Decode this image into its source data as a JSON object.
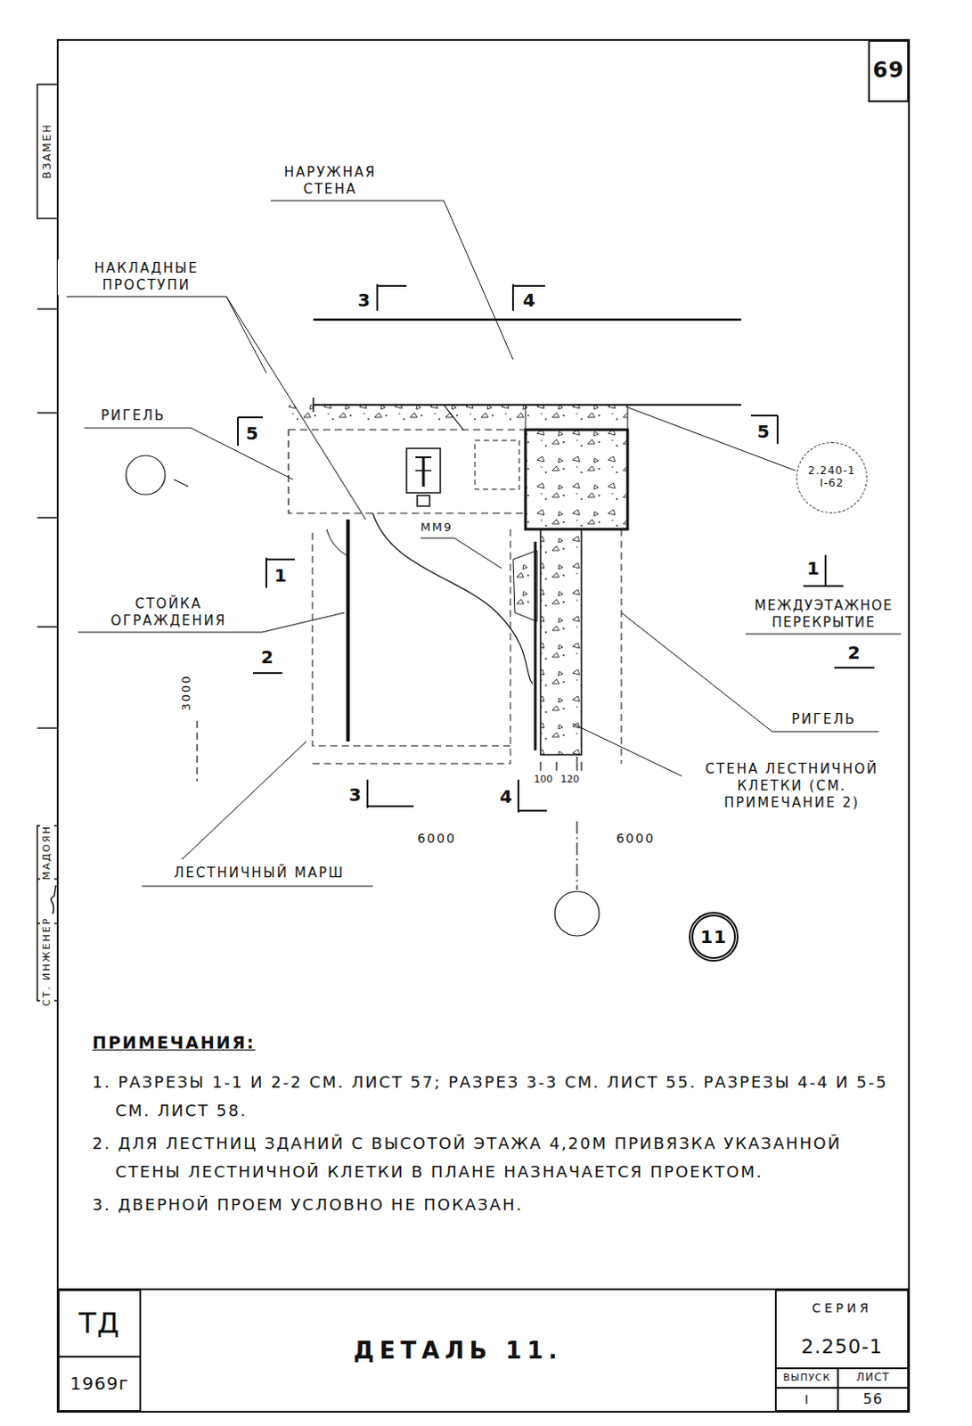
{
  "diagram": {
    "title": "ДЕТАЛЬ 11.",
    "nodes": [
      {
        "text": [
          "69"
        ]
      },
      {
        "text": [
          "2.240-1 I-62"
        ]
      },
      {
        "text": [
          "11"
        ]
      },
      {
        "text": [
          "ТД",
          "1969г"
        ]
      },
      {
        "text": [
          "СЕРИЯ",
          "2.250-1"
        ]
      },
      {
        "text": [
          "ВЫПУСК",
          "I"
        ]
      },
      {
        "text": [
          "ЛИСТ",
          "56"
        ]
      }
    ],
    "labels": [
      "ВЗАМЕН",
      "СТ. ИНЖЕНЕР",
      "МАДОЯН",
      "НАРУЖНАЯ СТЕНА",
      "НАКЛАДНЫЕ ПРОСТУПИ",
      "РИГЕЛЬ",
      "СТОЙКА ОГРАЖДЕНИЯ",
      "МЕЖДУЭТАЖНОЕ ПЕРЕКРЫТИЕ",
      "РИГЕЛЬ",
      "СТЕНА ЛЕСТНИЧНОЙ КЛЕТКИ (СМ. ПРИМЕЧАНИЕ 2)",
      "ЛЕСТНИЧНЫЙ МАРШ",
      "ММ9",
      "3000",
      "100",
      "120",
      "6000",
      "6000",
      "3",
      "4",
      "5",
      "5",
      "1",
      "2",
      "3",
      "4",
      "1",
      "2",
      "ПРИМЕЧАНИЯ:",
      "1. РАЗРЕЗЫ 1-1 И 2-2 СМ. ЛИСТ 57; РАЗРЕЗ 3-3 СМ. ЛИСТ 55. РАЗРЕЗЫ 4-4 И 5-5 СМ. ЛИСТ 58.",
      "2. ДЛЯ ЛЕСТНИЦ ЗДАНИЙ С ВЫСОТОЙ ЭТАЖА 4,20М ПРИВЯЗКА УКАЗАННОЙ СТЕНЫ ЛЕСТНИЧНОЙ КЛЕТКИ В ПЛАНЕ НАЗНАЧАЕТСЯ ПРОЕКТОМ.",
      "3. ДВЕРНОЙ ПРОЕМ УСЛОВНО НЕ ПОКАЗАН."
    ]
  }
}
